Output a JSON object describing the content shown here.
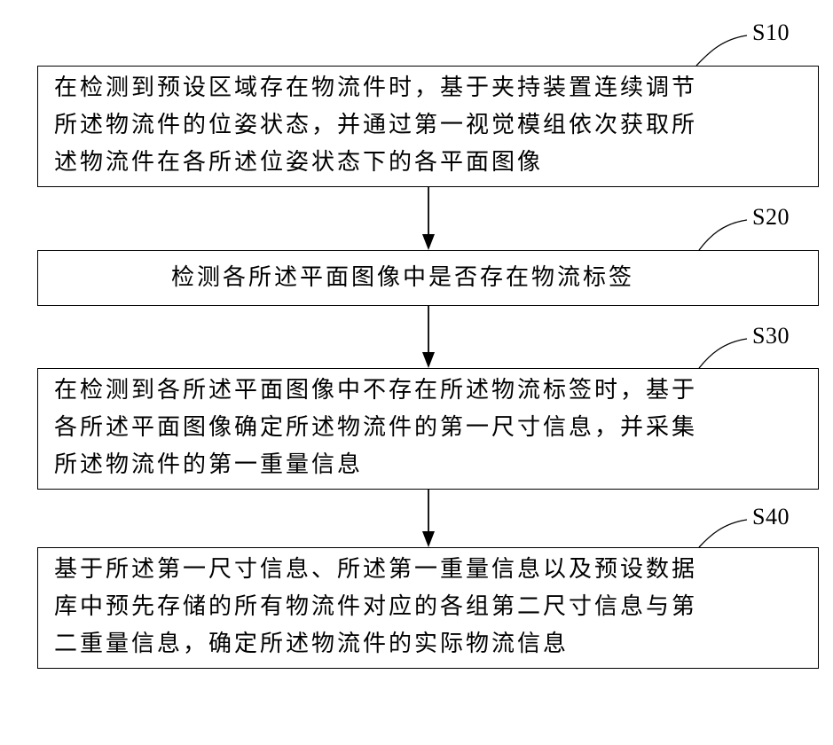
{
  "steps": [
    {
      "id": "S10",
      "lines": [
        "在检测到预设区域存在物流件时，基于夹持装置连续调节",
        "所述物流件的位姿状态，并通过第一视觉模组依次获取所",
        "述物流件在各所述位姿状态下的各平面图像"
      ]
    },
    {
      "id": "S20",
      "lines": [
        "检测各所述平面图像中是否存在物流标签"
      ]
    },
    {
      "id": "S30",
      "lines": [
        "在检测到各所述平面图像中不存在所述物流标签时，基于",
        "各所述平面图像确定所述物流件的第一尺寸信息，并采集",
        "所述物流件的第一重量信息"
      ]
    },
    {
      "id": "S40",
      "lines": [
        "基于所述第一尺寸信息、所述第一重量信息以及预设数据",
        "库中预先存储的所有物流件对应的各组第二尺寸信息与第",
        "二重量信息，确定所述物流件的实际物流信息"
      ]
    }
  ]
}
